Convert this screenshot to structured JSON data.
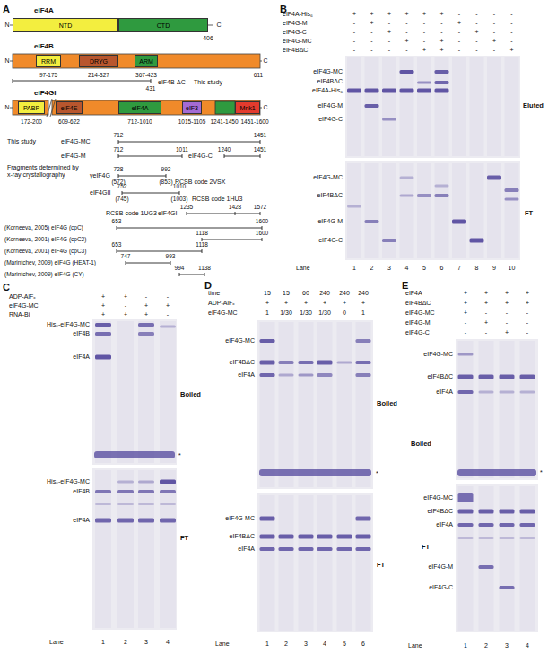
{
  "diagram": {
    "nodes": [
      {
        "text": [
          "NTD"
        ]
      },
      {
        "text": [
          "CTD"
        ]
      },
      {
        "text": [
          "RRM"
        ]
      },
      {
        "text": [
          "DRYG"
        ]
      },
      {
        "text": [
          "ARM"
        ]
      },
      {
        "text": [
          "PABP"
        ]
      },
      {
        "text": [
          "eIF4E"
        ]
      },
      {
        "text": [
          "eIF4A"
        ]
      },
      {
        "text": [
          "eIF3"
        ]
      },
      {
        "text": [
          "Mnk1"
        ]
      }
    ],
    "labels": [
      "A",
      "eIF4A",
      "N",
      "C",
      "406",
      "eIF4B",
      "N",
      "C",
      "97-175",
      "214-327",
      "367-423",
      "611",
      "431",
      "eIF4B-ΔC",
      "This study",
      "eIF4GI",
      "N",
      "C",
      "172-200",
      "609-622",
      "712-1010",
      "1015-1105",
      "1241-1450",
      "1451-1600",
      "This study",
      "712",
      "1451",
      "eIF4G-MC",
      "712",
      "1011",
      "1240",
      "1451",
      "eIF4G-M",
      "eIF4G-C",
      "Fragments determined by x-ray crystallography",
      "yeIF4G",
      "728",
      "992",
      "(572)",
      "(853)",
      "RCSB code 2VSX",
      "eIF4GII",
      "752",
      "1010",
      "(745)",
      "(1003)",
      "RCSB code 1HU3",
      "RCSB code 1UG3",
      "eIF4GI",
      "1235",
      "1428",
      "1572",
      "(Korneeva, 2005) eIF4G (cpC)",
      "653",
      "1600",
      "(Korneeva, 2001) eIF4G (cpC2)",
      "1118",
      "1600",
      "(Korneeva, 2001) eIF4G (cpC3)",
      "653",
      "1118",
      "(Marintchev, 2009) eIF4G (HEAT-1)",
      "747",
      "993",
      "(Marintchev, 2009) eIF4G (CY)",
      "994",
      "1138",
      "B",
      "eIF4A-His₆",
      "+",
      "+",
      "+",
      "+",
      "+",
      "+",
      "-",
      "-",
      "-",
      "-",
      "eIF4G-M",
      "-",
      "+",
      "-",
      "-",
      "-",
      "-",
      "+",
      "-",
      "-",
      "-",
      "eIF4G-C",
      "-",
      "-",
      "+",
      "-",
      "-",
      "-",
      "-",
      "+",
      "-",
      "-",
      "eIF4G-MC",
      "-",
      "-",
      "-",
      "+",
      "-",
      "+",
      "-",
      "-",
      "+",
      "-",
      "eIF4BΔC",
      "-",
      "-",
      "-",
      "-",
      "+",
      "+",
      "-",
      "-",
      "-",
      "+",
      "eIF4G-MC",
      "eIF4BΔC",
      "eIF4A-His₆",
      "eIF4G-M",
      "eIF4G-C",
      "Eluted",
      "eIF4G-MC",
      "eIF4BΔC",
      "eIF4G-M",
      "eIF4G-C",
      "FT",
      "Lane",
      "1",
      "2",
      "3",
      "4",
      "5",
      "6",
      "7",
      "8",
      "9",
      "10",
      "C",
      "ADP-AlFₓ",
      "+",
      "+",
      "-",
      "-",
      "eIF4G-MC",
      "+",
      "-",
      "+",
      "+",
      "RNA-Bi",
      "+",
      "+",
      "+",
      "-",
      "His₆-eIF4G-MC",
      "eIF4B",
      "eIF4A",
      "Boiled",
      "*",
      "His₆-eIF4G-MC",
      "eIF4B",
      "eIF4A",
      "FT",
      "Lane",
      "1",
      "2",
      "3",
      "4",
      "D",
      "time",
      "15",
      "15",
      "60",
      "240",
      "240",
      "240",
      "ADP-AlFₓ",
      "+",
      "+",
      "+",
      "+",
      "+",
      "+",
      "eIF4G-MC",
      "1",
      "1/30",
      "1/30",
      "1/30",
      "0",
      "1",
      "eIF4G-MC",
      "eIF4BΔC",
      "eIF4A",
      "Boiled",
      "*",
      "eIF4G-MC",
      "eIF4BΔC",
      "eIF4A",
      "FT",
      "Lane",
      "1",
      "2",
      "3",
      "4",
      "5",
      "6",
      "E",
      "eIF4A",
      "+",
      "+",
      "+",
      "+",
      "eIF4BΔC",
      "+",
      "+",
      "+",
      "+",
      "eIF4G-MC",
      "+",
      "-",
      "-",
      "-",
      "eIF4G-M",
      "-",
      "+",
      "-",
      "-",
      "eIF4G-C",
      "-",
      "-",
      "+",
      "-",
      "eIF4G-MC",
      "eIF4BΔC",
      "eIF4A",
      "Boiled",
      "*",
      "eIF4G-MC",
      "eIF4BΔC",
      "eIF4A",
      "FT",
      "eIF4G-M",
      "eIF4G-C",
      "Lane",
      "1",
      "2",
      "3",
      "4"
    ]
  }
}
